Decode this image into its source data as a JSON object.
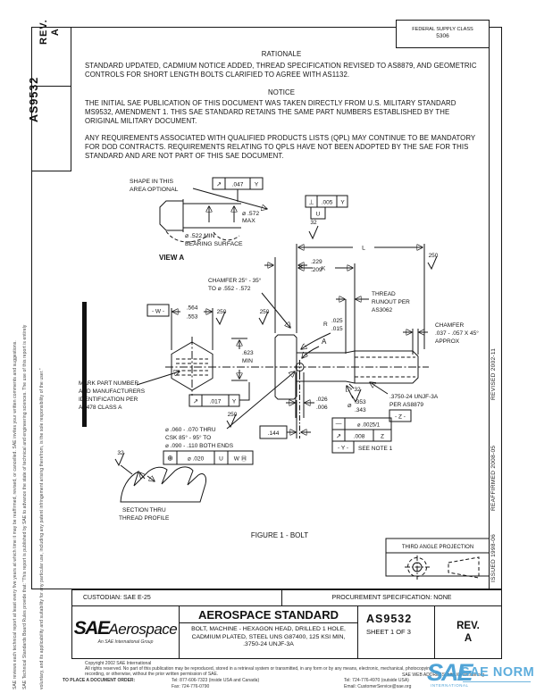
{
  "margin": {
    "note_reviews": "SAE reviews each technical report at least every five years at which time it may be reaffirmed, revised, or cancelled. SAE invites your written comments and suggestions.",
    "note_rule_1": "SAE Technical Standards Board Rules provide that: \"This report is published by SAE to advance the state of technical and engineering sciences. The use of this report is entirely",
    "note_rule_2": "voluntary, and its applicability and suitability for any particular use, including any patent infringement arising therefrom, is the sole responsibility of the user.\"",
    "revised": "REVISED 2002-11",
    "reaffirmed": "REAFFIRMED 2008-05",
    "issued": "ISSUED 1998-06"
  },
  "header": {
    "rev_label": "REV.",
    "rev_value": "A",
    "doc_number": "AS9532",
    "supply_class_1": "FEDERAL SUPPLY CLASS",
    "supply_class_2": "5306"
  },
  "rationale": {
    "heading": "RATIONALE",
    "body": "STANDARD UPDATED, CADMIUM NOTICE ADDED, THREAD SPECIFICATION REVISED TO AS8879, AND GEOMETRIC CONTROLS FOR SHORT LENGTH BOLTS CLARIFIED TO AGREE WITH AS1132."
  },
  "notice": {
    "heading": "NOTICE",
    "para1": "THE INITIAL SAE PUBLICATION OF THIS DOCUMENT WAS TAKEN DIRECTLY FROM U.S. MILITARY STANDARD MS9532, AMENDMENT 1. THIS SAE STANDARD RETAINS THE SAME PART NUMBERS ESTABLISHED BY THE ORIGINAL MILITARY DOCUMENT.",
    "para2": "ANY REQUIREMENTS ASSOCIATED WITH QUALIFIED PRODUCTS LISTS (QPL) MAY CONTINUE TO BE MANDATORY FOR DOD CONTRACTS. REQUIREMENTS RELATING TO QPLS HAVE NOT BEEN ADOPTED BY THE SAE FOR THIS STANDARD AND ARE NOT PART OF THIS SAE DOCUMENT."
  },
  "sym": {
    "runout": "↗",
    "perp": "⊥",
    "position": "⊕",
    "straight": "—"
  },
  "fig": {
    "shape_note_1": "SHAPE IN THIS",
    "shape_note_2": "AREA OPTIONAL",
    "fcf1_val": ".047",
    "fcf1_datum": "Y",
    "dia_572_1": "⌀ .572",
    "dia_572_2": "MAX",
    "dia_522_1": "⌀ .522 MIN",
    "dia_522_2": "BEARING SURFACE",
    "view_a_label": "VIEW A",
    "fcf2_val": ".005",
    "fcf2_datum": "Y",
    "fcf2_datum2": "U",
    "finish_32": "32",
    "finish_250": "250",
    "dim_L": "L",
    "dim_K": "K",
    "dim_229": ".229",
    "dim_209": ".209",
    "chamfer_head_1": "CHAMFER 25° - 35°",
    "chamfer_head_2": "TO ⌀ .552 - .572",
    "datum_w": "- W -",
    "dim_564": ".564",
    "dim_553": ".553",
    "dim_623": ".623",
    "dim_623b": "MIN",
    "mark_1": "MARK PART NUMBER",
    "mark_2": "AND MANUFACTURERS",
    "mark_3": "IDENTIFICATION PER",
    "mark_4": "AS478 CLASS A",
    "fcf3_val": ".017",
    "fcf3_datum": "Y",
    "runout_note_1": "THREAD",
    "runout_note_2": "RUNOUT PER",
    "runout_note_3": "AS3062",
    "radius_r": "R",
    "dim_r1": ".025",
    "dim_r2": ".015",
    "detail_a": "A",
    "chamfer_end_1": "CHAMFER",
    "chamfer_end_2": ".037 - .057 X 45°",
    "chamfer_end_3": "APPROX",
    "dia_sym": "⌀",
    "dim_353": ".353",
    "dim_343": ".343",
    "thread_spec_1": ".3750-24 UNJF-3A",
    "thread_spec_2": "PER AS8879",
    "datum_z": "- Z -",
    "dim_026": ".026",
    "dim_006": ".006",
    "dim_144": ".144",
    "hole_note_1": "⌀ .060 - .070 THRU",
    "hole_note_2": "CSK 85° - 95° TO",
    "hole_note_3": "⌀ .090 - .110 BOTH ENDS",
    "fcf4_val": "⌀ .020",
    "fcf4_d1": "U",
    "fcf4_d2": "W Ⓜ",
    "fcf5_straight": "⌀ .0025/1",
    "fcf5_runout": ".008",
    "fcf5_datum": "Z",
    "datum_y": "- Y -",
    "see_note": "SEE NOTE 1",
    "section_1": "SECTION THRU",
    "section_2": "THREAD PROFILE",
    "caption": "FIGURE 1 - BOLT",
    "third_angle": "THIRD ANGLE PROJECTION"
  },
  "title_block": {
    "custodian": "CUSTODIAN: SAE E-25",
    "procurement": "PROCUREMENT SPECIFICATION: NONE",
    "brand_sae": "SAE",
    "brand_aero": "Aerospace",
    "brand_sub": "An SAE International Group",
    "standard_type": "AEROSPACE STANDARD",
    "title_1": "BOLT, MACHINE - HEXAGON HEAD, DRILLED 1 HOLE,",
    "title_2": "CADMIUM PLATED, STEEL UNS G87400, 125 KSI MIN,",
    "title_3": ".3750-24 UNJF-3A",
    "doc_number": "AS9532",
    "sheet": "SHEET 1 OF 3",
    "rev_label": "REV.",
    "rev_value": "A"
  },
  "footer": {
    "copyright": "Copyright 2002 SAE International",
    "rights_1": "All rights reserved. No part of this publication may be reproduced, stored in a retrieval system or transmitted, in any form or by any means, electronic, mechanical, photocopying,",
    "rights_2": "recording, or otherwise, without the prior written permission of SAE.",
    "order_label": "TO PLACE A DOCUMENT ORDER:",
    "tel_inside": "Tel: 877-606-7323 (inside USA and Canada)",
    "fax": "Fax: 724-776-0790",
    "tel_outside": "Tel: 724-776-4970 (outside USA)",
    "email": "Email: CustomerService@sae.org",
    "web": "SAE WEB ADDRESS: http://www.sae.org"
  },
  "watermark": {
    "sae": "SAE",
    "norm": "SAE NORM",
    "sub": "INTERNATIONAL",
    "color": "#3d9ad2"
  }
}
